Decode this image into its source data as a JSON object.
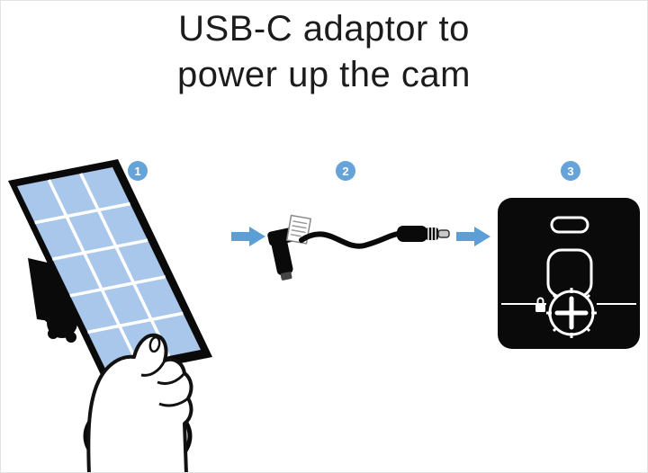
{
  "title": {
    "line1": "USB-C adaptor to",
    "line2": "power up the cam"
  },
  "steps": [
    {
      "number": "1",
      "icon": "solar-panel-illustration"
    },
    {
      "number": "2",
      "icon": "usb-c-adaptor-cable-illustration"
    },
    {
      "number": "3",
      "icon": "camera-back-illustration"
    }
  ],
  "icons": {
    "arrow_between_steps": "right-arrow-icon",
    "camera_thumbscrew": "thumbscrew-icon",
    "camera_lock": "padlock-icon"
  },
  "colors": {
    "accent_blue": "#5b9fd6",
    "step_badge_blue": "#66a3d9",
    "panel_cell_blue": "#a9c7ea",
    "title_text": "#1c1c1c",
    "illustration_black": "#0a0a0a"
  }
}
